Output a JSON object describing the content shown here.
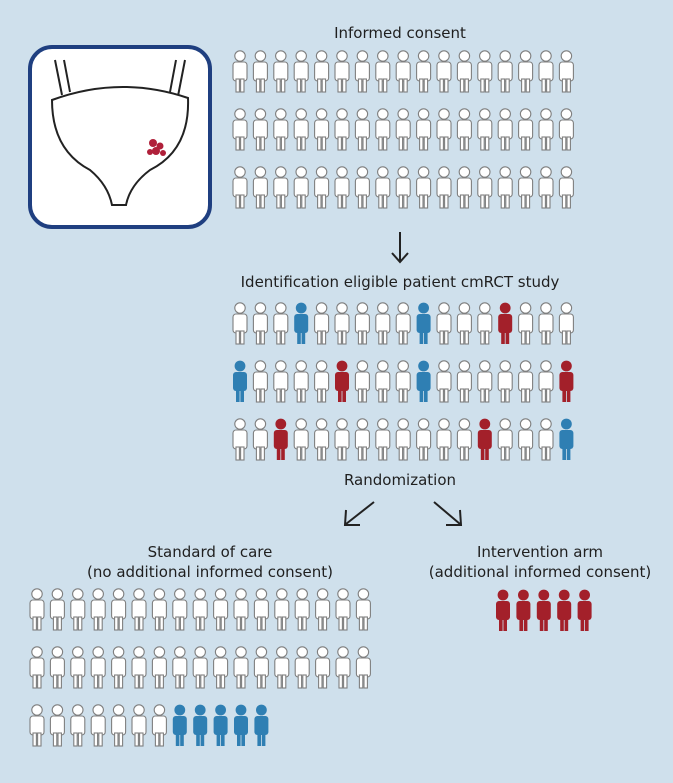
{
  "labels": {
    "informed_consent": "Informed consent",
    "identification": "Identification eligible patient cmRCT study",
    "randomization": "Randomization",
    "standard_care_line1": "Standard of care",
    "standard_care_line2": "(no additional informed consent)",
    "intervention_line1": "Intervention arm",
    "intervention_line2": "(additional informed consent)"
  },
  "colors": {
    "background": "#cfe0ec",
    "outline": "#7f7f7f",
    "blue": "#2f7fb3",
    "red": "#a3202a",
    "bladder_frame": "#1f3f80",
    "lesion": "#b0203a"
  },
  "icons": {
    "bladder": "bladder-icon",
    "person": "person-icon",
    "arrow_down": "arrow-down-icon",
    "arrow_down_left": "arrow-down-left-icon",
    "arrow_down_right": "arrow-down-right-icon"
  },
  "groups": {
    "cohort": {
      "rows": [
        [
          "o",
          "o",
          "o",
          "o",
          "o",
          "o",
          "o",
          "o",
          "o",
          "o",
          "o",
          "o",
          "o",
          "o",
          "o",
          "o",
          "o"
        ],
        [
          "o",
          "o",
          "o",
          "o",
          "o",
          "o",
          "o",
          "o",
          "o",
          "o",
          "o",
          "o",
          "o",
          "o",
          "o",
          "o",
          "o"
        ],
        [
          "o",
          "o",
          "o",
          "o",
          "o",
          "o",
          "o",
          "o",
          "o",
          "o",
          "o",
          "o",
          "o",
          "o",
          "o",
          "o",
          "o"
        ]
      ]
    },
    "eligible": {
      "rows": [
        [
          "o",
          "o",
          "o",
          "b",
          "o",
          "o",
          "o",
          "o",
          "o",
          "b",
          "o",
          "o",
          "o",
          "r",
          "o",
          "o",
          "o"
        ],
        [
          "b",
          "o",
          "o",
          "o",
          "o",
          "r",
          "o",
          "o",
          "o",
          "b",
          "o",
          "o",
          "o",
          "o",
          "o",
          "o",
          "r"
        ],
        [
          "o",
          "o",
          "r",
          "o",
          "o",
          "o",
          "o",
          "o",
          "o",
          "o",
          "o",
          "o",
          "r",
          "o",
          "o",
          "o",
          "b"
        ]
      ]
    },
    "standard_care": {
      "rows": [
        [
          "o",
          "o",
          "o",
          "o",
          "o",
          "o",
          "o",
          "o",
          "o",
          "o",
          "o",
          "o",
          "o",
          "o",
          "o",
          "o",
          "o"
        ],
        [
          "o",
          "o",
          "o",
          "o",
          "o",
          "o",
          "o",
          "o",
          "o",
          "o",
          "o",
          "o",
          "o",
          "o",
          "o",
          "o",
          "o"
        ],
        [
          "o",
          "o",
          "o",
          "o",
          "o",
          "o",
          "o",
          "b",
          "b",
          "b",
          "b",
          "b"
        ]
      ]
    },
    "intervention": {
      "rows": [
        [
          "r",
          "r",
          "r",
          "r",
          "r"
        ]
      ]
    }
  }
}
